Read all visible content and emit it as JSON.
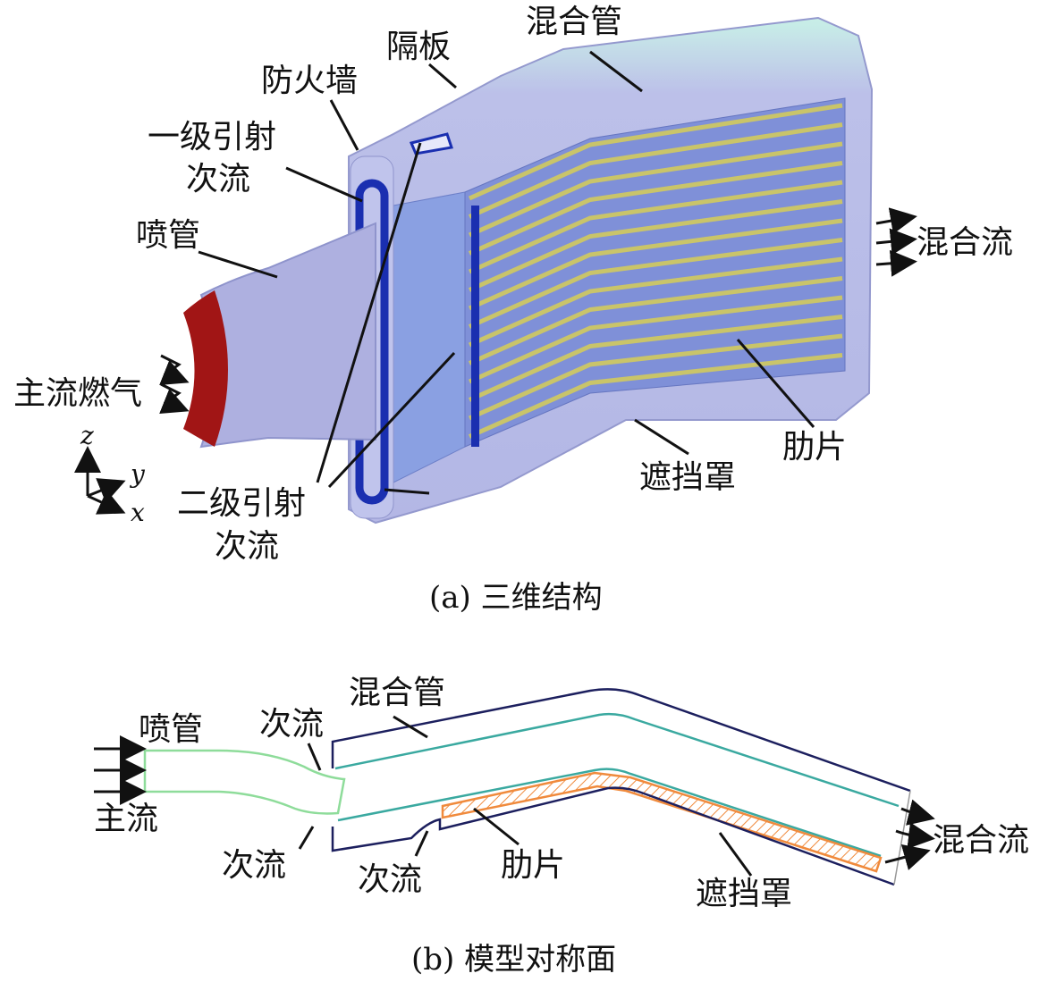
{
  "colors": {
    "shell": "#b9bde8",
    "shell_edge": "#8f94cc",
    "panel": "#7f96dc",
    "firewall": "#1a2fb0",
    "fin": "#c9c46a",
    "nozzle": "#aeb0e0",
    "nozzle_exit": "#a11515",
    "teal": "#3aa9a0",
    "navy": "#1c1f5e",
    "green": "#8edc9a",
    "orange": "#f08a3c"
  },
  "panel_a": {
    "caption": "(a) 三维结构",
    "labels": {
      "mixing_tube": "混合管",
      "baffle": "隔板",
      "firewall": "防火墙",
      "primary_ejector_l1": "一级引射",
      "primary_ejector_l2": "次流",
      "nozzle": "喷管",
      "main_gas": "主流燃气",
      "secondary_ejector_l1": "二级引射",
      "secondary_ejector_l2": "次流",
      "shield": "遮挡罩",
      "fin": "肋片",
      "mixed_flow": "混合流"
    },
    "axes": {
      "z": "z",
      "y": "y",
      "x": "x"
    }
  },
  "panel_b": {
    "caption": "(b) 模型对称面",
    "labels": {
      "mixing_tube": "混合管",
      "nozzle": "喷管",
      "secondary_top": "次流",
      "main_flow": "主流",
      "secondary_bottom_left": "次流",
      "secondary_bottom_mid": "次流",
      "fin": "肋片",
      "shield": "遮挡罩",
      "mixed_flow": "混合流"
    }
  }
}
